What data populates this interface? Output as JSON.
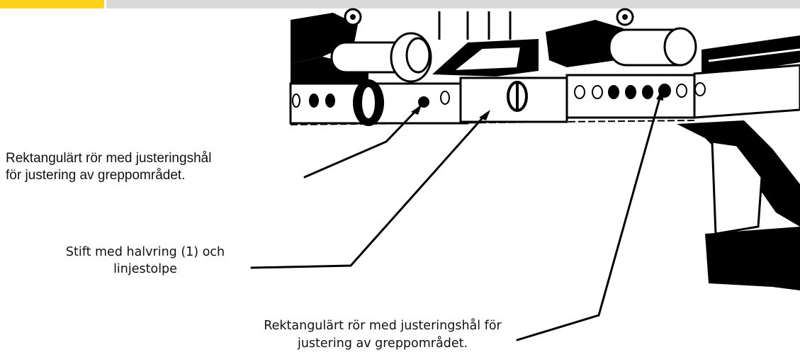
{
  "callouts": {
    "tube_left": "Rektangulärt rör med justeringshål\nför justering av greppområdet.",
    "pin": "Stift med halvring (1) och\nlinjestolpe",
    "tube_right": "Rektangulärt rör med justeringshål för\njustering av greppområdet."
  },
  "colors": {
    "accent": "#ffd21a",
    "bar": "#d9d9d9",
    "ink": "#000000"
  }
}
